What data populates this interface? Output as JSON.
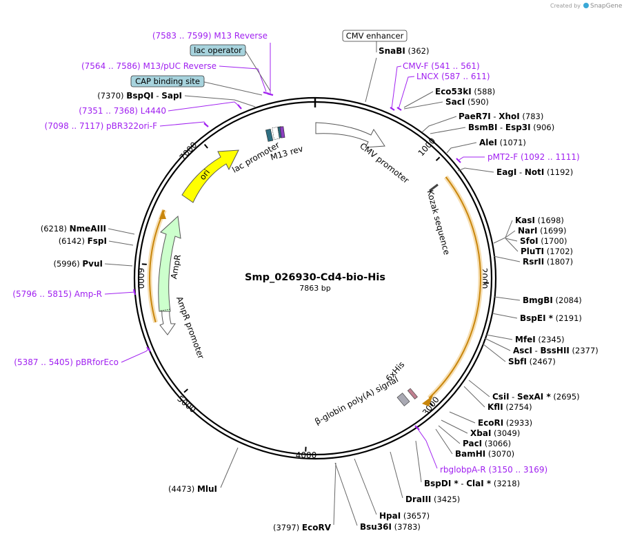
{
  "brand": {
    "created_by": "Created by",
    "app_name": "SnapGene",
    "accent": "#3aa8d6"
  },
  "plasmid": {
    "name": "Smp_026930-Cd4-bio-His",
    "length_label": "7863 bp",
    "length_bp": 7863
  },
  "ticks": [
    {
      "bp": 1000,
      "label": "1000"
    },
    {
      "bp": 2000,
      "label": "2000"
    },
    {
      "bp": 3000,
      "label": "3000"
    },
    {
      "bp": 4000,
      "label": "4000"
    },
    {
      "bp": 5000,
      "label": "5000"
    },
    {
      "bp": 6000,
      "label": "6000"
    },
    {
      "bp": 7000,
      "label": "7000"
    }
  ],
  "features": [
    {
      "name": "CMV promoter",
      "color": "#ffffff",
      "kind": "arrow"
    },
    {
      "name": "Kozak sequence",
      "color": "#ffffff",
      "kind": "tick"
    },
    {
      "name": "6xHis",
      "color": "#c08090",
      "kind": "small"
    },
    {
      "name": "β-globin poly(A) signal",
      "color": "#a9a9b3",
      "kind": "small"
    },
    {
      "name": "AmpR promoter",
      "color": "#ffffff",
      "kind": "arrow"
    },
    {
      "name": "AmpR",
      "color": "#ccffcc",
      "kind": "arrow"
    },
    {
      "name": "ori",
      "color": "#ffff00",
      "kind": "arrow"
    },
    {
      "name": "lac promoter",
      "color": "#ffffff",
      "kind": "small"
    },
    {
      "name": "M13 rev",
      "color": "#8b3fbf",
      "kind": "small"
    }
  ],
  "boxed_labels": [
    {
      "name": "CMV enhancer",
      "style": "white"
    },
    {
      "name": "lac operator",
      "style": "blue"
    },
    {
      "name": "CAP binding site",
      "style": "blue"
    }
  ],
  "enzymes_right": [
    {
      "name": "SnaBI",
      "pos": "(362)"
    },
    {
      "name": "Eco53kI",
      "pos": "(588)"
    },
    {
      "name": "SacI",
      "pos": "(590)"
    },
    {
      "name": "PaeR7I",
      "name2": "XhoI",
      "pos": "(783)"
    },
    {
      "name": "BsmBI",
      "name2": "Esp3I",
      "pos": "(906)"
    },
    {
      "name": "AleI",
      "pos": "(1071)"
    },
    {
      "name": "EagI",
      "name2": "NotI",
      "pos": "(1192)"
    },
    {
      "name": "KasI",
      "pos": "(1698)"
    },
    {
      "name": "NarI",
      "pos": "(1699)"
    },
    {
      "name": "SfoI",
      "pos": "(1700)"
    },
    {
      "name": "PluTI",
      "pos": "(1702)"
    },
    {
      "name": "RsrII",
      "pos": "(1807)"
    },
    {
      "name": "BmgBI",
      "pos": "(2084)"
    },
    {
      "name": "BspEI *",
      "pos": "(2191)"
    },
    {
      "name": "MfeI",
      "pos": "(2345)"
    },
    {
      "name": "AscI",
      "name2": "BssHII",
      "pos": "(2377)"
    },
    {
      "name": "SbfI",
      "pos": "(2467)"
    },
    {
      "name": "CsiI",
      "name2": "SexAI *",
      "pos": "(2695)"
    },
    {
      "name": "KflI",
      "pos": "(2754)"
    },
    {
      "name": "EcoRI",
      "pos": "(2933)"
    },
    {
      "name": "XbaI",
      "pos": "(3049)"
    },
    {
      "name": "PacI",
      "pos": "(3066)"
    },
    {
      "name": "BamHI",
      "pos": "(3070)"
    },
    {
      "name": "BspDI *",
      "name2": "ClaI *",
      "pos": "(3218)"
    },
    {
      "name": "DraIII",
      "pos": "(3425)"
    },
    {
      "name": "HpaI",
      "pos": "(3657)"
    },
    {
      "name": "Bsu36I",
      "pos": "(3783)"
    }
  ],
  "enzymes_left": [
    {
      "name": "EcoRV",
      "pos": "(3797)"
    },
    {
      "name": "MluI",
      "pos": "(4473)"
    },
    {
      "name": "PvuI",
      "pos": "(5996)"
    },
    {
      "name": "FspI",
      "pos": "(6142)"
    },
    {
      "name": "NmeAIII",
      "pos": "(6218)"
    },
    {
      "name": "BspQI",
      "name2": "SapI",
      "pos": "(7370)"
    }
  ],
  "primers": [
    {
      "name": "M13 Reverse",
      "pos": "(7583 .. 7599)"
    },
    {
      "name": "M13/pUC Reverse",
      "pos": "(7564 .. 7586)"
    },
    {
      "name": "L4440",
      "pos": "(7351 .. 7368)"
    },
    {
      "name": "pBR322ori-F",
      "pos": "(7098 .. 7117)"
    },
    {
      "name": "CMV-F",
      "pos": "(541 .. 561)"
    },
    {
      "name": "LNCX",
      "pos": "(587 .. 611)"
    },
    {
      "name": "pMT2-F",
      "pos": "(1092 .. 1111)"
    },
    {
      "name": "Amp-R",
      "pos": "(5796 .. 5815)"
    },
    {
      "name": "pBRforEco",
      "pos": "(5387 .. 5405)"
    },
    {
      "name": "rbglobpA-R",
      "pos": "(3150 .. 3169)"
    }
  ],
  "colors": {
    "primer": "#a020f0",
    "orf": "#e8a020",
    "backbone": "#000000"
  }
}
